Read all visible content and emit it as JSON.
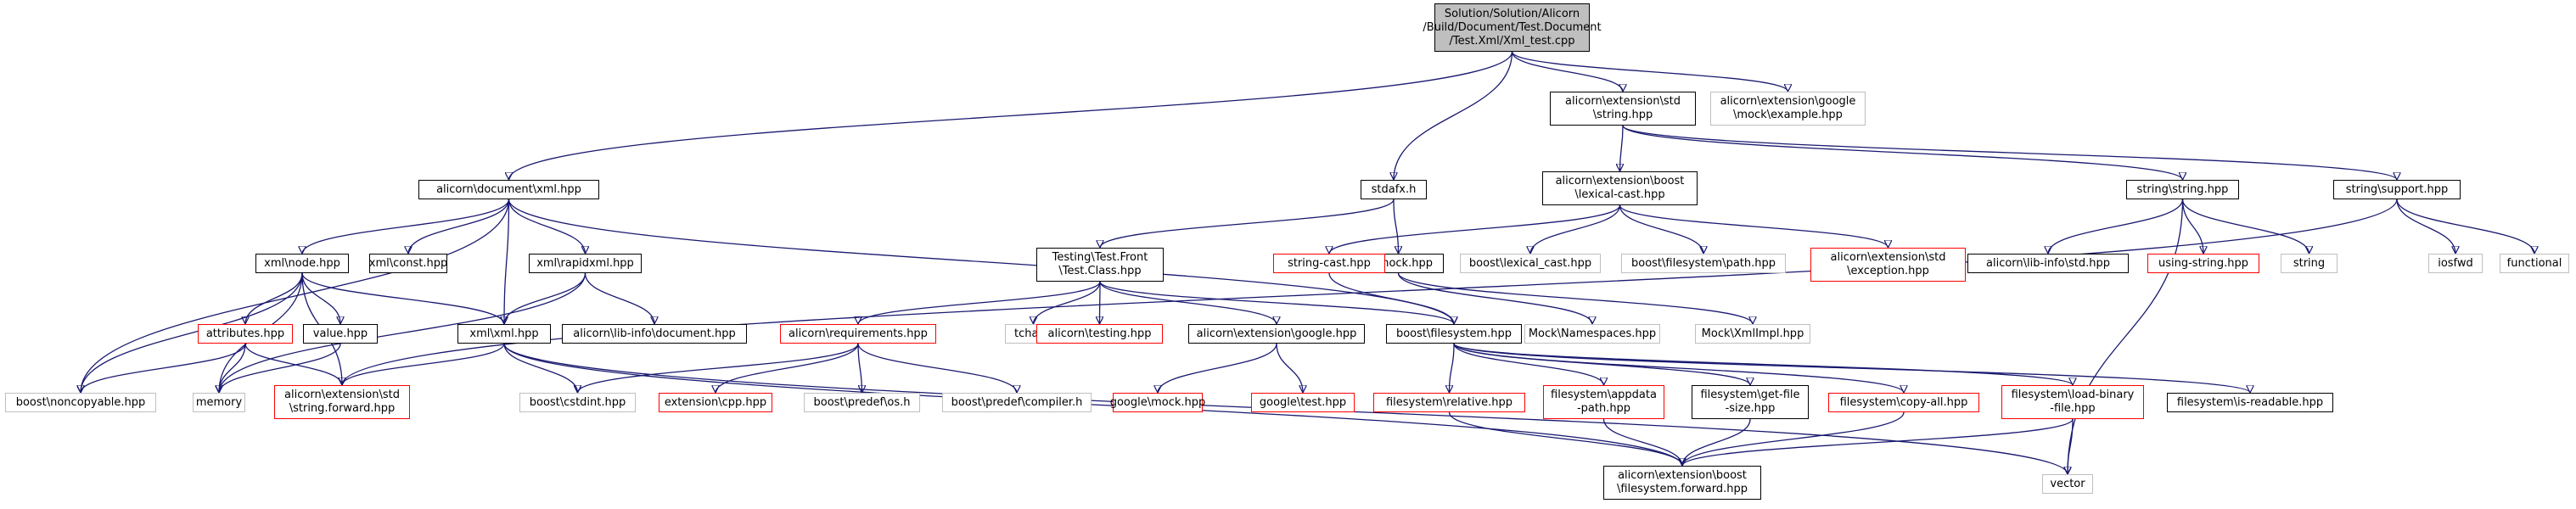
{
  "colors": {
    "edge": "#191970",
    "border_normal": "#000000",
    "border_missing": "#ff0000",
    "border_external": "#bfbfbf",
    "root_fill": "#bfbfbf"
  },
  "nodes": {
    "root": {
      "label": "Solution/Solution/Alicorn\n/Build/Document/Test.Document\n/Test.Xml/Xml_test.cpp",
      "status": "root"
    },
    "doc_xml": {
      "label": "alicorn\\document\\xml.hpp",
      "status": "normal"
    },
    "stdafx": {
      "label": "stdafx.h",
      "status": "normal"
    },
    "ext_std_string": {
      "label": "alicorn\\extension\\std\n\\string.hpp",
      "status": "normal"
    },
    "mock_example": {
      "label": "alicorn\\extension\\google\n\\mock\\example.hpp",
      "status": "external"
    },
    "xml_node": {
      "label": "xml\\node.hpp",
      "status": "normal"
    },
    "xml_const": {
      "label": "xml\\const.hpp",
      "status": "normal"
    },
    "xml_rapidxml": {
      "label": "xml\\rapidxml.hpp",
      "status": "normal"
    },
    "attributes": {
      "label": "attributes.hpp",
      "status": "missing"
    },
    "value": {
      "label": "value.hpp",
      "status": "normal"
    },
    "xml_xml": {
      "label": "xml\\xml.hpp",
      "status": "normal"
    },
    "libinfo_document": {
      "label": "alicorn\\lib-info\\document.hpp",
      "status": "normal"
    },
    "noncopyable": {
      "label": "boost\\noncopyable.hpp",
      "status": "external"
    },
    "memory": {
      "label": "memory",
      "status": "external"
    },
    "string_forward": {
      "label": "alicorn\\extension\\std\n\\string.forward.hpp",
      "status": "missing"
    },
    "cstdint": {
      "label": "boost\\cstdint.hpp",
      "status": "external"
    },
    "testing_front": {
      "label": "Testing\\Test.Front\n\\Test.Class.hpp",
      "status": "normal"
    },
    "mock_hpp": {
      "label": "...\\mock.hpp",
      "status": "normal"
    },
    "requirements": {
      "label": "alicorn\\requirements.hpp",
      "status": "missing"
    },
    "tchar": {
      "label": "tchar.h",
      "status": "external"
    },
    "alicorn_testing": {
      "label": "alicorn\\testing.hpp",
      "status": "missing"
    },
    "ext_google": {
      "label": "alicorn\\extension\\google.hpp",
      "status": "normal"
    },
    "boost_filesystem": {
      "label": "boost\\filesystem.hpp",
      "status": "normal"
    },
    "ext_cpp": {
      "label": "extension\\cpp.hpp",
      "status": "missing"
    },
    "predef_os": {
      "label": "boost\\predef\\os.h",
      "status": "external"
    },
    "predef_compiler": {
      "label": "boost\\predef\\compiler.h",
      "status": "external"
    },
    "google_mock": {
      "label": "google\\mock.hpp",
      "status": "missing"
    },
    "google_test": {
      "label": "google\\test.hpp",
      "status": "missing"
    },
    "lexical_cast": {
      "label": "alicorn\\extension\\boost\n\\lexical-cast.hpp",
      "status": "normal"
    },
    "string_cast": {
      "label": "string-cast.hpp",
      "status": "missing"
    },
    "boost_lexical_cast": {
      "label": "boost\\lexical_cast.hpp",
      "status": "external"
    },
    "boost_fs_path": {
      "label": "boost\\filesystem\\path.hpp",
      "status": "external"
    },
    "ext_exception": {
      "label": "alicorn\\extension\\std\n\\exception.hpp",
      "status": "missing"
    },
    "mock_namespaces": {
      "label": "Mock\\Namespaces.hpp",
      "status": "external"
    },
    "mock_xmlimpl": {
      "label": "Mock\\XmlImpl.hpp",
      "status": "external"
    },
    "fs_relative": {
      "label": "filesystem\\relative.hpp",
      "status": "missing"
    },
    "fs_appdata": {
      "label": "filesystem\\appdata\n-path.hpp",
      "status": "missing"
    },
    "fs_getfilesize": {
      "label": "filesystem\\get-file\n-size.hpp",
      "status": "normal"
    },
    "fs_copyall": {
      "label": "filesystem\\copy-all.hpp",
      "status": "missing"
    },
    "fs_loadbinary": {
      "label": "filesystem\\load-binary\n-file.hpp",
      "status": "missing"
    },
    "fs_isreadable": {
      "label": "filesystem\\is-readable.hpp",
      "status": "normal"
    },
    "fs_forward": {
      "label": "alicorn\\extension\\boost\n\\filesystem.forward.hpp",
      "status": "normal"
    },
    "vector": {
      "label": "vector",
      "status": "external"
    },
    "string_string": {
      "label": "string\\string.hpp",
      "status": "normal"
    },
    "string_support": {
      "label": "string\\support.hpp",
      "status": "normal"
    },
    "libinfo_std": {
      "label": "alicorn\\lib-info\\std.hpp",
      "status": "normal"
    },
    "using_string": {
      "label": "using-string.hpp",
      "status": "missing"
    },
    "string_std": {
      "label": "string",
      "status": "external"
    },
    "iosfwd": {
      "label": "iosfwd",
      "status": "external"
    },
    "functional": {
      "label": "functional",
      "status": "external"
    }
  },
  "edges": [
    [
      "root",
      "doc_xml"
    ],
    [
      "root",
      "stdafx"
    ],
    [
      "root",
      "ext_std_string"
    ],
    [
      "root",
      "mock_example"
    ],
    [
      "doc_xml",
      "xml_node"
    ],
    [
      "doc_xml",
      "xml_const"
    ],
    [
      "doc_xml",
      "xml_rapidxml"
    ],
    [
      "doc_xml",
      "xml_xml"
    ],
    [
      "doc_xml",
      "noncopyable"
    ],
    [
      "doc_xml",
      "boost_filesystem"
    ],
    [
      "xml_node",
      "attributes"
    ],
    [
      "xml_node",
      "value"
    ],
    [
      "xml_node",
      "xml_xml"
    ],
    [
      "xml_node",
      "noncopyable"
    ],
    [
      "xml_node",
      "memory"
    ],
    [
      "xml_node",
      "string_forward"
    ],
    [
      "attributes",
      "noncopyable"
    ],
    [
      "attributes",
      "memory"
    ],
    [
      "attributes",
      "string_forward"
    ],
    [
      "value",
      "memory"
    ],
    [
      "xml_rapidxml",
      "xml_xml"
    ],
    [
      "xml_rapidxml",
      "libinfo_document"
    ],
    [
      "xml_rapidxml",
      "memory"
    ],
    [
      "xml_xml",
      "string_forward"
    ],
    [
      "xml_xml",
      "cstdint"
    ],
    [
      "xml_xml",
      "fs_forward"
    ],
    [
      "xml_xml",
      "vector"
    ],
    [
      "stdafx",
      "testing_front"
    ],
    [
      "stdafx",
      "mock_hpp"
    ],
    [
      "testing_front",
      "requirements"
    ],
    [
      "testing_front",
      "tchar"
    ],
    [
      "testing_front",
      "alicorn_testing"
    ],
    [
      "testing_front",
      "ext_google"
    ],
    [
      "testing_front",
      "boost_filesystem"
    ],
    [
      "requirements",
      "cstdint"
    ],
    [
      "requirements",
      "ext_cpp"
    ],
    [
      "requirements",
      "predef_os"
    ],
    [
      "requirements",
      "predef_compiler"
    ],
    [
      "ext_google",
      "google_mock"
    ],
    [
      "ext_google",
      "google_test"
    ],
    [
      "mock_hpp",
      "mock_namespaces"
    ],
    [
      "mock_hpp",
      "mock_xmlimpl"
    ],
    [
      "ext_std_string",
      "lexical_cast"
    ],
    [
      "ext_std_string",
      "string_string"
    ],
    [
      "ext_std_string",
      "string_support"
    ],
    [
      "lexical_cast",
      "string_cast"
    ],
    [
      "lexical_cast",
      "boost_lexical_cast"
    ],
    [
      "lexical_cast",
      "boost_fs_path"
    ],
    [
      "lexical_cast",
      "ext_exception"
    ],
    [
      "string_cast",
      "boost_filesystem"
    ],
    [
      "boost_filesystem",
      "fs_relative"
    ],
    [
      "boost_filesystem",
      "fs_appdata"
    ],
    [
      "boost_filesystem",
      "fs_getfilesize"
    ],
    [
      "boost_filesystem",
      "fs_copyall"
    ],
    [
      "boost_filesystem",
      "fs_loadbinary"
    ],
    [
      "boost_filesystem",
      "fs_isreadable"
    ],
    [
      "fs_relative",
      "fs_forward"
    ],
    [
      "fs_appdata",
      "fs_forward"
    ],
    [
      "fs_getfilesize",
      "fs_forward"
    ],
    [
      "fs_copyall",
      "fs_forward"
    ],
    [
      "fs_loadbinary",
      "fs_forward"
    ],
    [
      "fs_loadbinary",
      "vector"
    ],
    [
      "string_string",
      "libinfo_std"
    ],
    [
      "string_string",
      "using_string"
    ],
    [
      "string_string",
      "string_std"
    ],
    [
      "string_string",
      "vector"
    ],
    [
      "string_support",
      "iosfwd"
    ],
    [
      "string_support",
      "functional"
    ],
    [
      "string_support",
      "string_forward"
    ]
  ]
}
